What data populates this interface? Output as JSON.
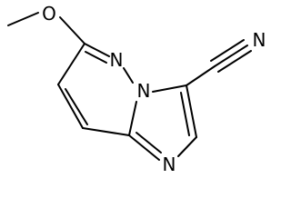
{
  "molecule": {
    "atoms": {
      "O": "O",
      "N_ring": "N",
      "N_bridge": "N",
      "N_imid": "N",
      "N_nitrile": "N"
    }
  }
}
